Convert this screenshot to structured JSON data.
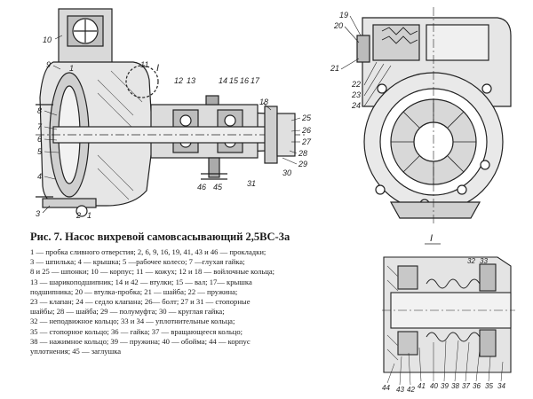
{
  "figure": {
    "title": "Рис. 7. Насос вихревой самовсасывающий 2,5ВС-3а",
    "section_mark_main": "I",
    "section_mark_detail": "I",
    "legend": [
      "1 — пробка сливного отверстия; 2, 6, 9, 16, 19, 41, 43 и 46 — прокладки;",
      "3 — шпилька; 4 — крышка; 5 —рабочее колесо; 7 —глухая гайка;",
      "8 и 25 — шпонки; 10 — корпус; 11 — кожух; 12 и 18 — войлочные кольца;",
      "13 — шарикоподшипник; 14 и 42 — втулки; 15 — вал; 17— крышка",
      "подшипника; 20 — втулка-пробка; 21 — шайба; 22 — пружина;",
      "23 — клапан; 24 — седло клапана; 26— болт; 27 и 31 — стопорные",
      "шайбы; 28 — шайба; 29 — полумуфта; 30 — круглая гайка;",
      "32 — неподвижное кольцо; 33 и 34 — уплотнительные кольца;",
      "35 — стопорное кольцо; 36 — гайка; 37 — вращающееся кольцо;",
      "38 — нажимное кольцо; 39 — пружина; 40 — обойма; 44 — корпус",
      "уплотнения; 45 — заглушка"
    ]
  },
  "callouts_main": [
    "10",
    "9",
    "1",
    "11",
    "13",
    "12",
    "14",
    "15",
    "16",
    "17",
    "8",
    "7",
    "6",
    "5",
    "4",
    "18",
    "25",
    "26",
    "27",
    "28",
    "29",
    "3",
    "2",
    "1",
    "46",
    "45",
    "31",
    "30"
  ],
  "callouts_right": [
    "19",
    "20",
    "21",
    "22",
    "23",
    "24"
  ],
  "callouts_detail": [
    "32",
    "33",
    "44",
    "43",
    "42",
    "41",
    "40",
    "39",
    "38",
    "37",
    "36",
    "35",
    "34"
  ]
}
